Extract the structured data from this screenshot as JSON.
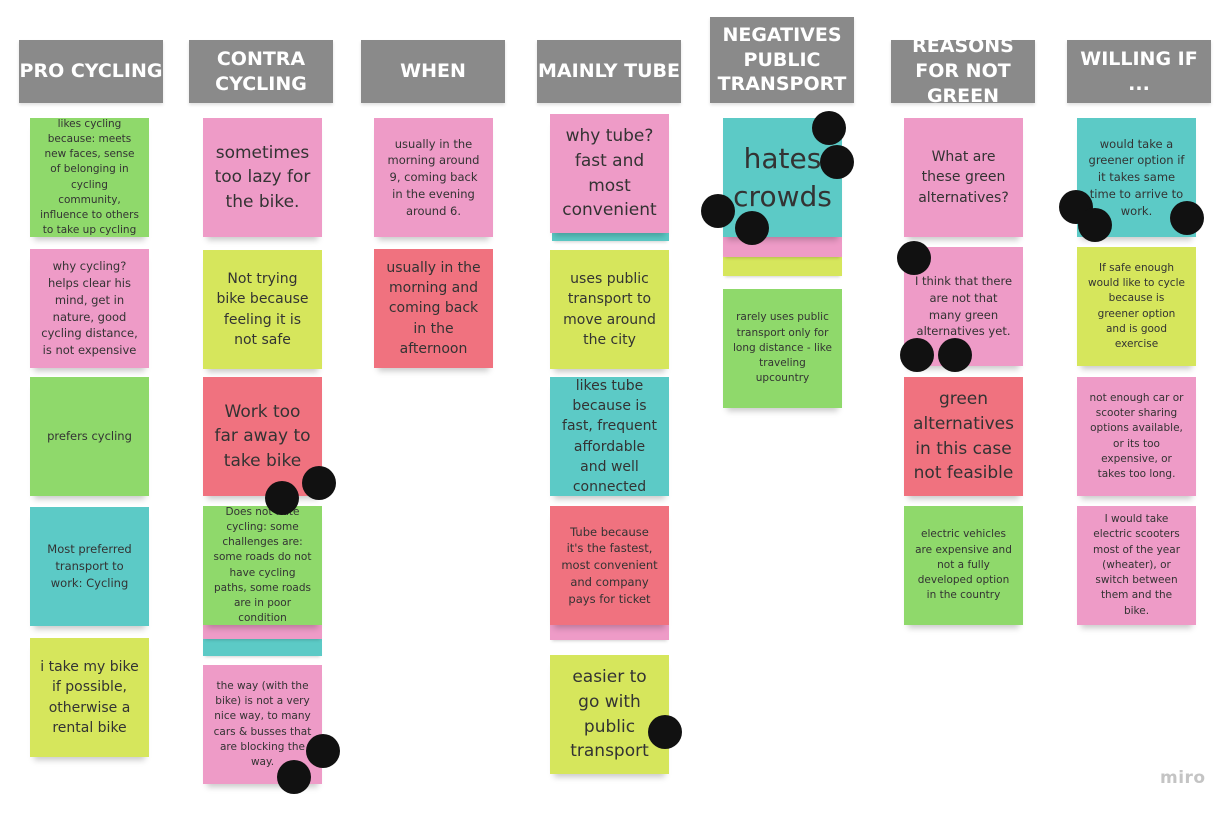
{
  "colors": {
    "header": "#8a8a8a",
    "green": "#8fd96b",
    "pink": "#ee9bc7",
    "teal": "#5ccac6",
    "lime": "#d6e65c",
    "red": "#f0727f",
    "dot": "#111111"
  },
  "columns": [
    {
      "header": "PRO CYCLING",
      "notes": [
        {
          "text": "likes cycling because: meets new faces, sense of belonging in cycling community, influence to others to take up cycling",
          "color": "green"
        },
        {
          "text": "why cycling? helps clear his mind, get in nature, good cycling distance, is not expensive",
          "color": "pink"
        },
        {
          "text": "prefers cycling",
          "color": "green"
        },
        {
          "text": "Most preferred transport to work: Cycling",
          "color": "teal"
        },
        {
          "text": "i take my bike if possible, otherwise a rental bike",
          "color": "lime"
        }
      ]
    },
    {
      "header": "CONTRA CYCLING",
      "notes": [
        {
          "text": "sometimes too lazy for the bike.",
          "color": "pink"
        },
        {
          "text": "Not trying bike because feeling it is not safe",
          "color": "lime"
        },
        {
          "text": "Work too far away to take bike",
          "color": "red"
        },
        {
          "text": "Does not hate cycling: some challenges are: some roads do not have cycling paths, some roads are in poor condition",
          "color": "green"
        },
        {
          "text": "the way (with the bike) is not a very nice way, to many cars & busses that are blocking the way.",
          "color": "pink"
        }
      ]
    },
    {
      "header": "WHEN",
      "notes": [
        {
          "text": "usually in the morning around 9, coming back in the evening around 6.",
          "color": "pink"
        },
        {
          "text": "usually in the morning and coming back in the afternoon",
          "color": "red"
        }
      ]
    },
    {
      "header": "MAINLY TUBE",
      "notes": [
        {
          "text": "why tube? fast and most convenient",
          "color": "pink"
        },
        {
          "text": "uses public transport to move around the city",
          "color": "lime"
        },
        {
          "text": "likes tube because is fast, frequent affordable and well connected",
          "color": "teal"
        },
        {
          "text": "Tube because it's the fastest, most convenient and company pays for ticket",
          "color": "red"
        },
        {
          "text": "easier to go with public transport",
          "color": "lime"
        }
      ]
    },
    {
      "header": "NEGATIVES PUBLIC TRANSPORT",
      "notes": [
        {
          "text": "hates crowds",
          "color": "teal"
        },
        {
          "text": "rarely uses public transport only for long distance - like traveling upcountry",
          "color": "green"
        }
      ]
    },
    {
      "header": "REASONS FOR NOT GREEN",
      "notes": [
        {
          "text": "What are these green alternatives?",
          "color": "pink"
        },
        {
          "text": "I think that there are not that many green alternatives yet.",
          "color": "pink"
        },
        {
          "text": "green alternatives in this case not feasible",
          "color": "red"
        },
        {
          "text": "electric vehicles are expensive and not a fully developed option in the country",
          "color": "green"
        }
      ]
    },
    {
      "header": "WILLING IF ...",
      "notes": [
        {
          "text": "would take a greener option if it takes same time to arrive to work.",
          "color": "teal"
        },
        {
          "text": "If safe enough would like to cycle because is greener option and is good exercise",
          "color": "lime"
        },
        {
          "text": "not enough car or scooter sharing options available, or its too expensive, or takes too long.",
          "color": "pink"
        },
        {
          "text": "I would take electric scooters most of the year (wheater), or switch between them and the bike.",
          "color": "pink"
        }
      ]
    }
  ],
  "watermark": "miro"
}
